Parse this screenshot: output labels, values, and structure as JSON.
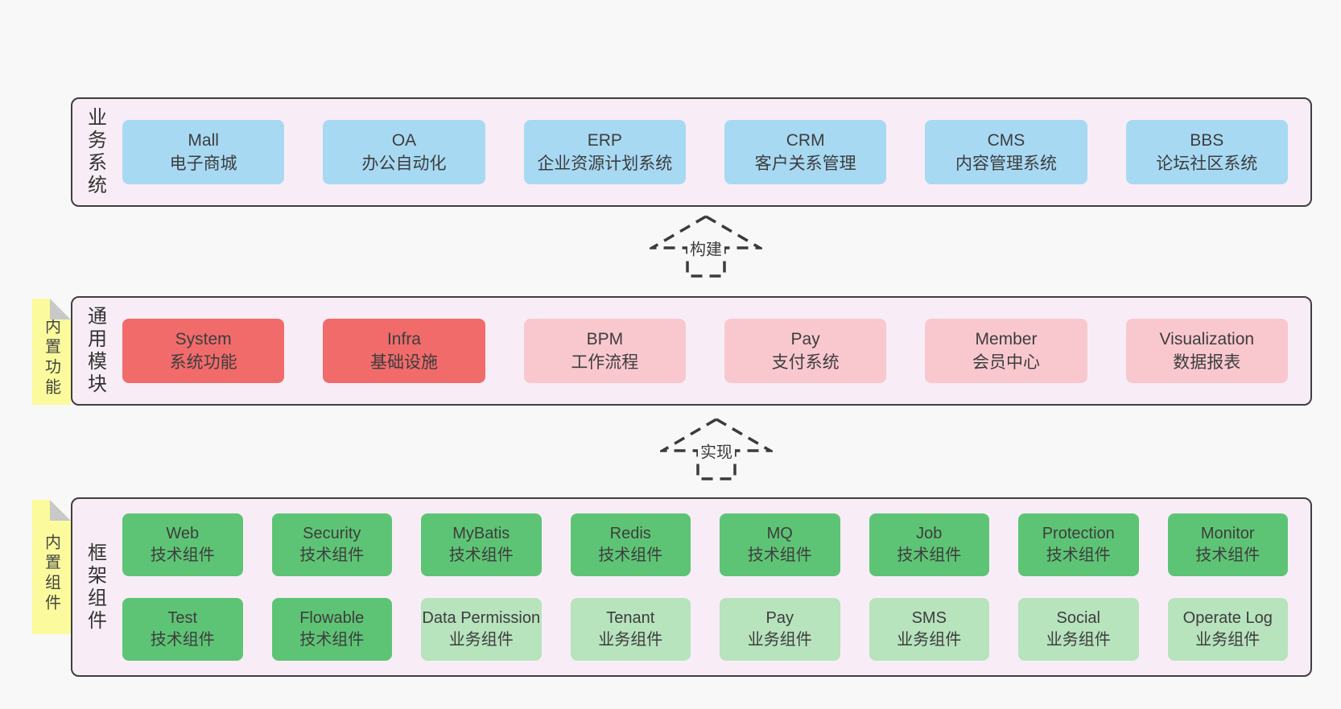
{
  "colors": {
    "page_bg": "#f8f8f8",
    "container_bg": "#f8edf6",
    "container_border": "#3f3f3f",
    "text": "#3d3d3d",
    "blue": "#a8d9f3",
    "red": "#f16b6b",
    "pink": "#f9c8cf",
    "green_dark": "#5ec475",
    "green_light": "#b7e3bd",
    "note_yellow": "#fbfb9d",
    "note_fold": "#c9c9c9"
  },
  "sections": [
    {
      "id": "business-systems",
      "label": "业务系统",
      "note": null,
      "rows": [
        [
          {
            "en": "Mall",
            "zh": "电子商城",
            "type": "blue"
          },
          {
            "en": "OA",
            "zh": "办公自动化",
            "type": "blue"
          },
          {
            "en": "ERP",
            "zh": "企业资源计划系统",
            "type": "blue"
          },
          {
            "en": "CRM",
            "zh": "客户关系管理",
            "type": "blue"
          },
          {
            "en": "CMS",
            "zh": "内容管理系统",
            "type": "blue"
          },
          {
            "en": "BBS",
            "zh": "论坛社区系统",
            "type": "blue"
          }
        ]
      ]
    },
    {
      "id": "common-modules",
      "label": "通用模块",
      "note": "内置功能",
      "rows": [
        [
          {
            "en": "System",
            "zh": "系统功能",
            "type": "red"
          },
          {
            "en": "Infra",
            "zh": "基础设施",
            "type": "red"
          },
          {
            "en": "BPM",
            "zh": "工作流程",
            "type": "pink"
          },
          {
            "en": "Pay",
            "zh": "支付系统",
            "type": "pink"
          },
          {
            "en": "Member",
            "zh": "会员中心",
            "type": "pink"
          },
          {
            "en": "Visualization",
            "zh": "数据报表",
            "type": "pink"
          }
        ]
      ]
    },
    {
      "id": "framework-components",
      "label": "框架组件",
      "note": "内置组件",
      "rows": [
        [
          {
            "en": "Web",
            "zh": "技术组件",
            "type": "green-dark"
          },
          {
            "en": "Security",
            "zh": "技术组件",
            "type": "green-dark"
          },
          {
            "en": "MyBatis",
            "zh": "技术组件",
            "type": "green-dark"
          },
          {
            "en": "Redis",
            "zh": "技术组件",
            "type": "green-dark"
          },
          {
            "en": "MQ",
            "zh": "技术组件",
            "type": "green-dark"
          },
          {
            "en": "Job",
            "zh": "技术组件",
            "type": "green-dark"
          },
          {
            "en": "Protection",
            "zh": "技术组件",
            "type": "green-dark"
          },
          {
            "en": "Monitor",
            "zh": "技术组件",
            "type": "green-dark"
          }
        ],
        [
          {
            "en": "Test",
            "zh": "技术组件",
            "type": "green-dark"
          },
          {
            "en": "Flowable",
            "zh": "技术组件",
            "type": "green-dark"
          },
          {
            "en": "Data Permission",
            "zh": "业务组件",
            "type": "green-light"
          },
          {
            "en": "Tenant",
            "zh": "业务组件",
            "type": "green-light"
          },
          {
            "en": "Pay",
            "zh": "业务组件",
            "type": "green-light"
          },
          {
            "en": "SMS",
            "zh": "业务组件",
            "type": "green-light"
          },
          {
            "en": "Social",
            "zh": "业务组件",
            "type": "green-light"
          },
          {
            "en": "Operate Log",
            "zh": "业务组件",
            "type": "green-light"
          }
        ]
      ]
    }
  ],
  "arrows": [
    {
      "label": "构建"
    },
    {
      "label": "实现"
    }
  ]
}
